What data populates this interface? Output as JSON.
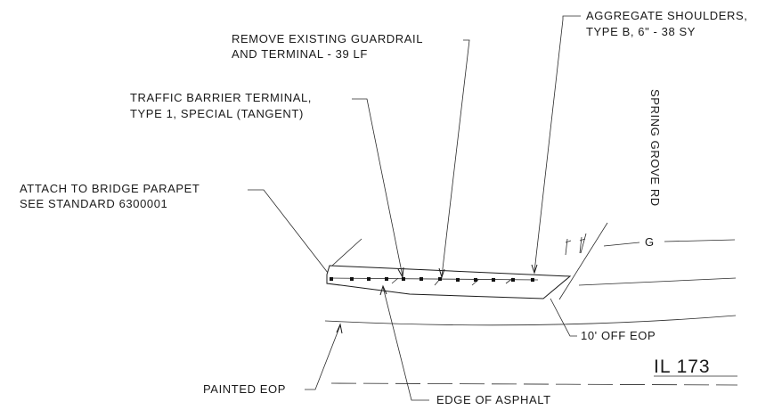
{
  "labels": {
    "aggregate_shoulders_1": "AGGREGATE SHOULDERS,",
    "aggregate_shoulders_2": "TYPE B, 6\" - 38 SY",
    "remove_guardrail_1": "REMOVE EXISTING GUARDRAIL",
    "remove_guardrail_2": "AND TERMINAL - 39 LF",
    "traffic_barrier_1": "TRAFFIC BARRIER TERMINAL,",
    "traffic_barrier_2": "TYPE 1, SPECIAL (TANGENT)",
    "attach_parapet_1": "ATTACH TO BRIDGE PARAPET",
    "attach_parapet_2": "SEE STANDARD 6300001",
    "offset_eop": "10' OFF EOP",
    "painted_eop": "PAINTED EOP",
    "edge_of_asphalt": "EDGE OF ASPHALT"
  },
  "roads": {
    "spring_grove": "SPRING GROVE RD",
    "il_173": "IL 173"
  },
  "utility_marker": "G",
  "colors": {
    "line": "#1a1a1a",
    "background": "#ffffff"
  }
}
